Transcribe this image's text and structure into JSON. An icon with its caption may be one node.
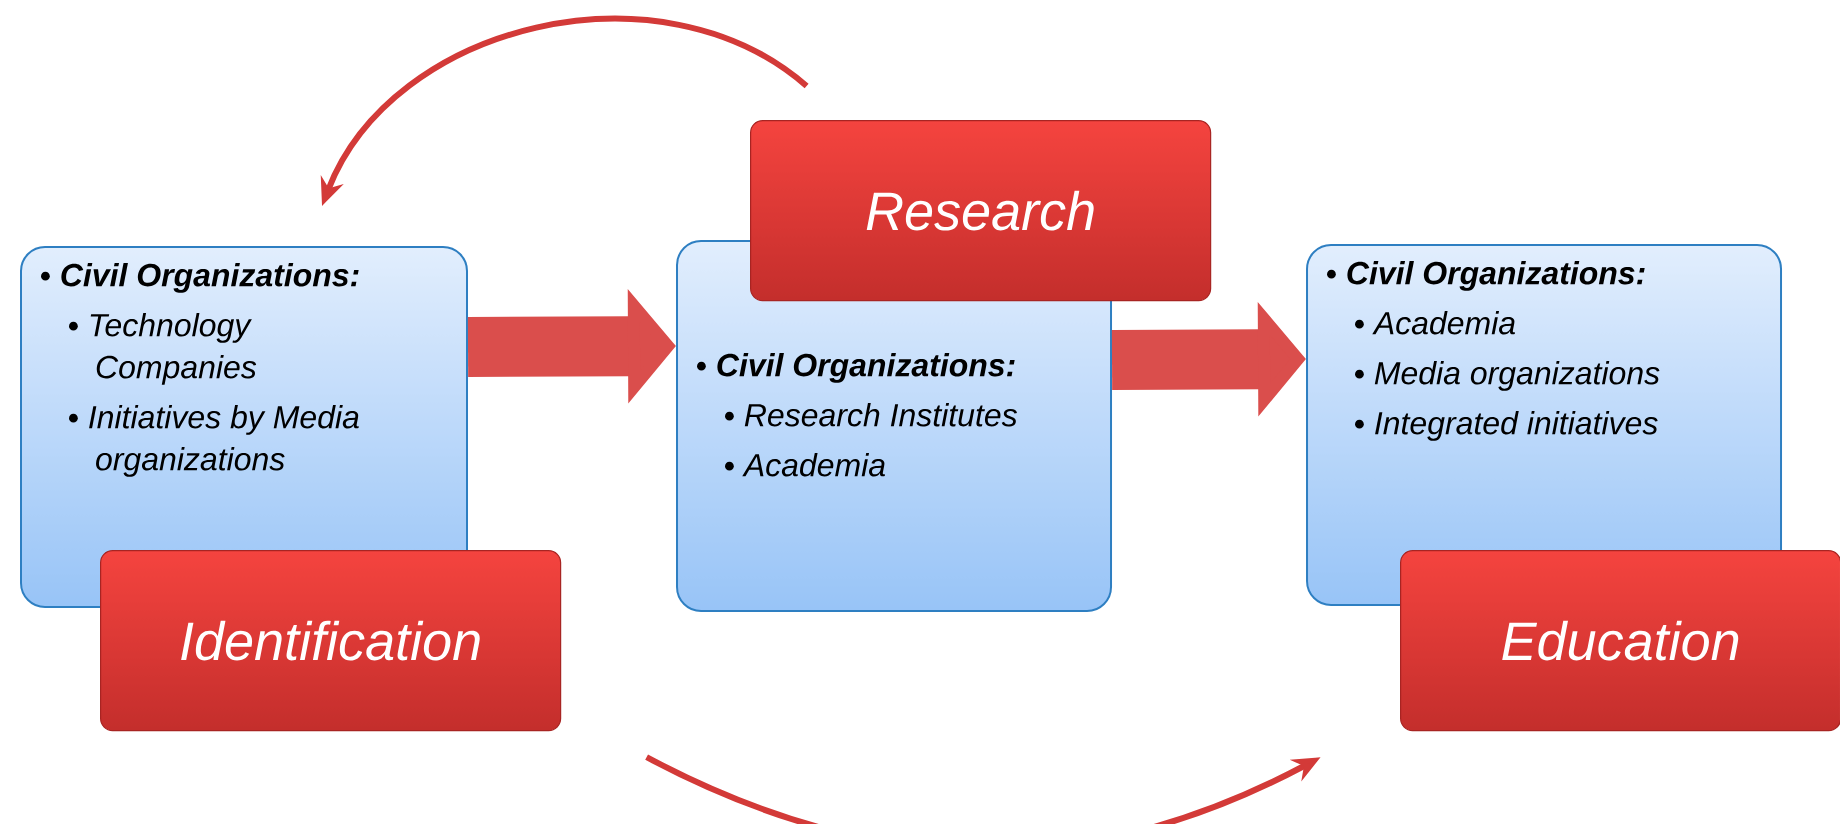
{
  "diagram": {
    "nodes": [
      {
        "text": [
          "Civil Organizations:",
          "Technology Companies",
          "Initiatives by Media organizations"
        ]
      },
      {
        "text": [
          "Identification"
        ]
      },
      {
        "text": [
          "Civil Organizations:",
          "Research Institutes",
          "Academia"
        ]
      },
      {
        "text": [
          "Research"
        ]
      },
      {
        "text": [
          "Civil Organizations:",
          "Academia",
          "Media organizations",
          "Integrated initiatives"
        ]
      },
      {
        "text": [
          "Education"
        ]
      }
    ],
    "edges": [
      {
        "from": 0,
        "to": 2,
        "arrow": "to",
        "style": "thick"
      },
      {
        "from": 2,
        "to": 4,
        "arrow": "to",
        "style": "thick"
      },
      {
        "from": 3,
        "to": 0,
        "arrow": "to"
      },
      {
        "from": 1,
        "to": 5,
        "arrow": "to"
      }
    ]
  }
}
